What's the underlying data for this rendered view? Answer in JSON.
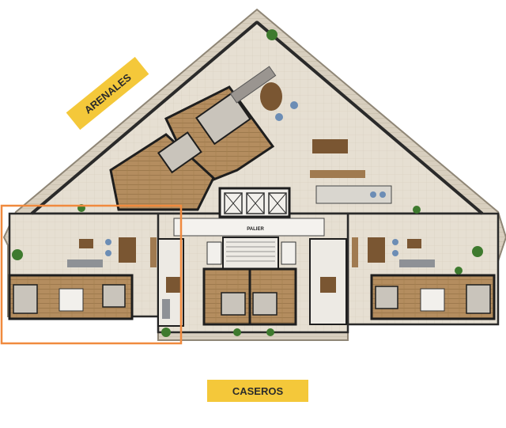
{
  "plan": {
    "street_top": "ARENALES",
    "street_bottom": "CASEROS",
    "hall_label": "PALIER"
  },
  "colors": {
    "street_label_bg": "#F4C83A",
    "highlight_frame": "#F08A3E",
    "terrace": "#DCD3C4",
    "interior_floor": "#E8E2D6",
    "wood_floor": "#B08A5E",
    "wall": "#1E1E1E",
    "plants": "#3E7A2E"
  }
}
